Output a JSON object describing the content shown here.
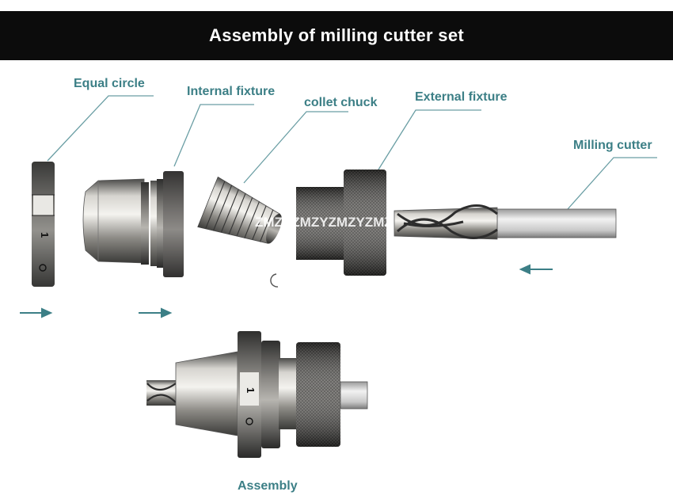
{
  "header": {
    "title": "Assembly of milling cutter set"
  },
  "labels": {
    "equal_circle": "Equal circle",
    "internal_fixture": "Internal fixture",
    "collet_chuck": "collet chuck",
    "external_fixture": "External fixture",
    "milling_cutter": "Milling cutter",
    "assembly": "Assembly"
  },
  "marks": {
    "equal_circle_mark": "1",
    "assembly_mark": "1",
    "collet_print": "ZMZYZMZYZMZYZMZY"
  },
  "colors": {
    "label": "#3c7f86",
    "header_bg": "#0c0c0c",
    "header_text": "#ffffff",
    "arrow": "#3c7f86"
  }
}
